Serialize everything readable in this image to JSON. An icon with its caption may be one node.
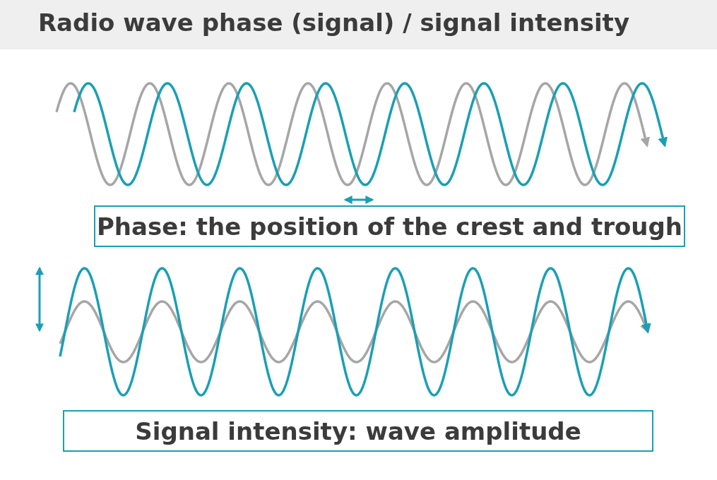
{
  "diagram": {
    "title": "Radio wave phase (signal) / signal intensity",
    "nodes": [
      {
        "text": [
          "Phase: the position of the crest and trough"
        ]
      },
      {
        "text": [
          "Signal intensity: wave amplitude"
        ]
      }
    ]
  }
}
